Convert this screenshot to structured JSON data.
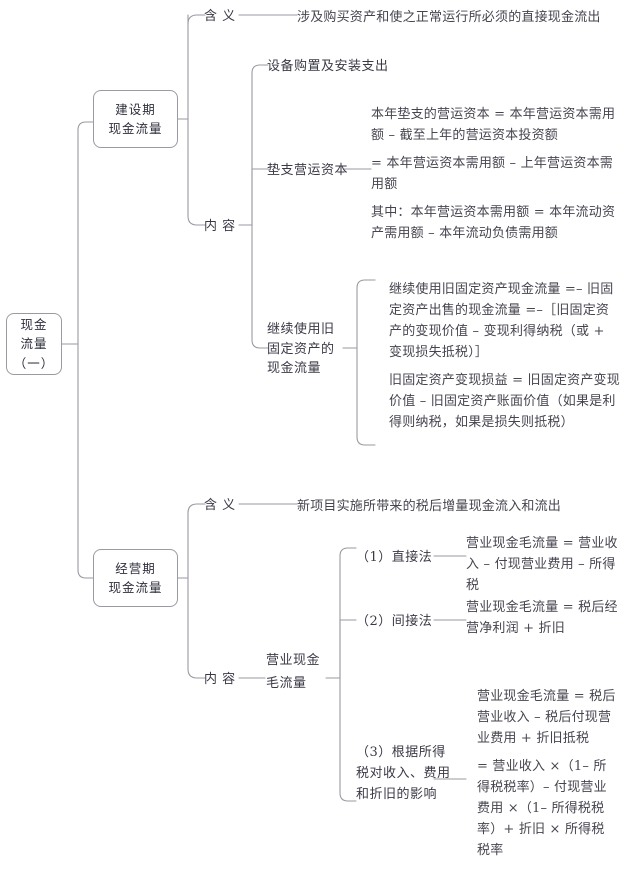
{
  "title": "现金流量（一）思维导图",
  "root": {
    "lines": [
      "现金",
      "流量",
      "（一）"
    ]
  },
  "branches": [
    {
      "id": "construction",
      "node": {
        "lines": [
          "建设期",
          "现金流量"
        ]
      },
      "children": [
        {
          "id": "construction-meaning",
          "label": "含 义",
          "content": [
            "涉及购买资产和使之正常运行所必须的直接现金流出"
          ]
        },
        {
          "id": "construction-content",
          "label": "内 容",
          "items": [
            {
              "id": "equipment-purchase",
              "label": "设备购置及安装支出",
              "content": []
            },
            {
              "id": "working-capital",
              "label": "垫支营运资本",
              "content": [
                "本年垫支的营运资本 = 本年营运资本需用额 – 截至上年的营运资本投资额",
                "= 本年营运资本需用额 – 上年营运资本需用额",
                "其中：本年营运资本需用额 = 本年流动资产需用额 – 本年流动负债需用额"
              ]
            },
            {
              "id": "old-fixed-asset",
              "label": "继续使用旧固定资产的现金流量",
              "content": [
                "继续使用旧固定资产现金流量 =– 旧固定资产出售的现金流量 =–［旧固定资产的变现价值 – 变现利得纳税（或 + 变现损失抵税）］",
                "旧固定资产变现损益 = 旧固定资产变现价值 – 旧固定资产账面价值（如果是利得则纳税，如果是损失则抵税）"
              ]
            }
          ]
        }
      ]
    },
    {
      "id": "operation",
      "node": {
        "lines": [
          "经营期",
          "现金流量"
        ]
      },
      "children": [
        {
          "id": "operation-meaning",
          "label": "含 义",
          "content": [
            "新项目实施所带来的税后增量现金流入和流出"
          ]
        },
        {
          "id": "operation-content",
          "label": "内 容",
          "items": [
            {
              "id": "operating-gross-cash-flow",
              "label": "营业现金毛流量",
              "methods": [
                {
                  "id": "direct-method",
                  "label": "（1）直接法",
                  "content": [
                    "营业现金毛流量 = 营业收入 – 付现营业费用 – 所得税"
                  ]
                },
                {
                  "id": "indirect-method",
                  "label": "（2）间接法",
                  "content": [
                    "营业现金毛流量 = 税后经营净利润 + 折旧"
                  ]
                },
                {
                  "id": "income-tax-effect-method",
                  "label": "（3）根据所得税对收入、费用和折旧的影响",
                  "content": [
                    "营业现金毛流量 = 税后营业收入 – 税后付现营业费用 + 折旧抵税",
                    "= 营业收入 ×（1– 所得税税率）– 付现营业费用 ×（1– 所得税税率）+ 折旧 × 所得税税率"
                  ]
                }
              ]
            }
          ]
        }
      ]
    }
  ],
  "style": {
    "line_color": "#9a9aa2",
    "text_color": "#45454f",
    "node_border": "#9a9aa2"
  }
}
